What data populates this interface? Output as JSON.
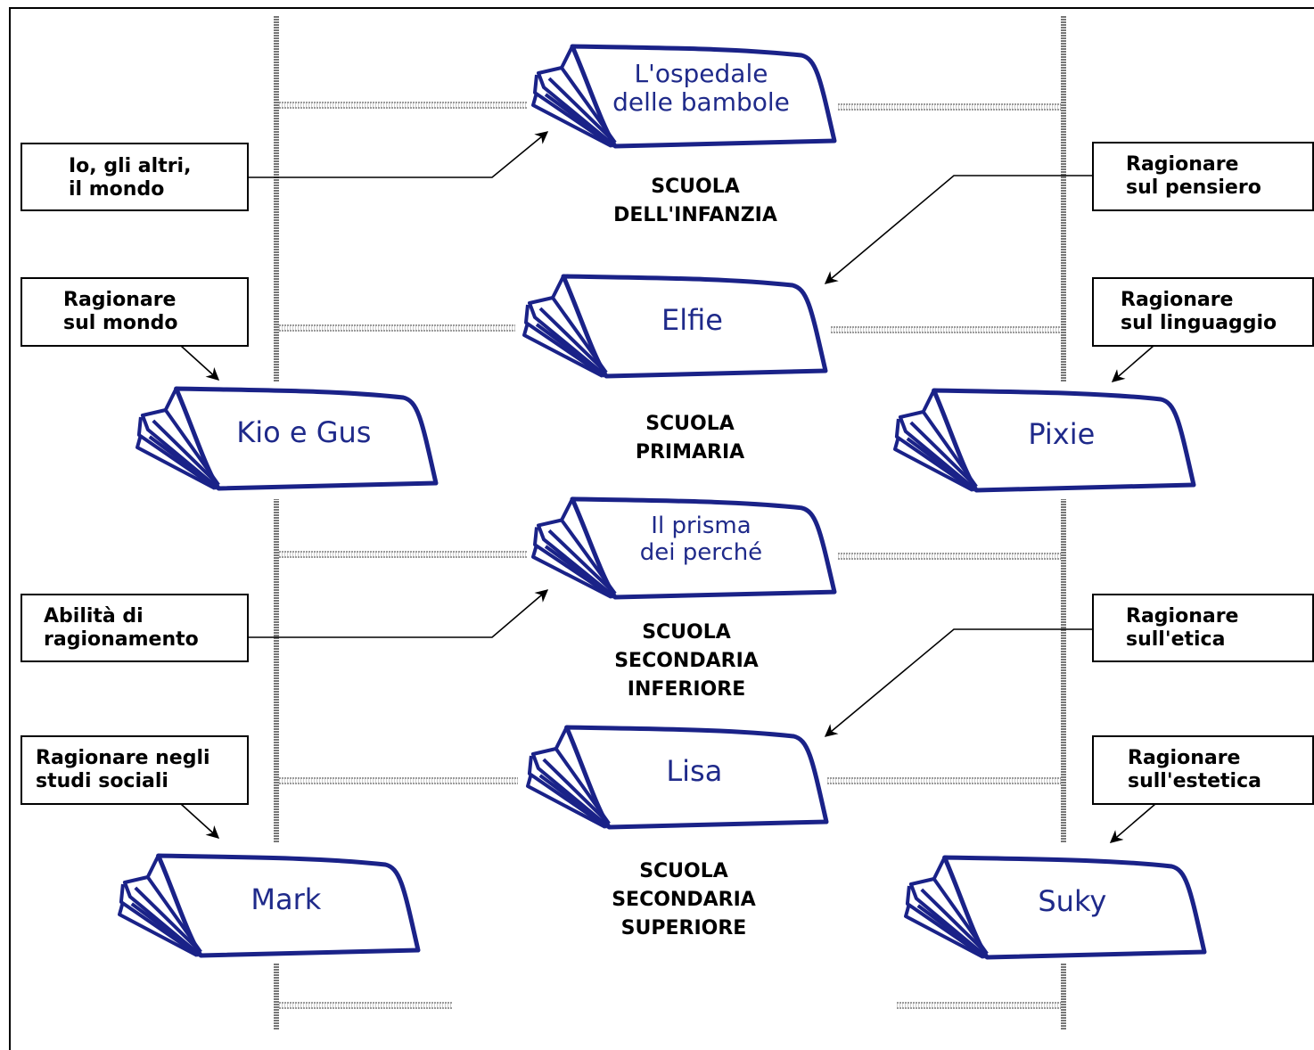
{
  "books": [
    {
      "id": "ospedale",
      "title": "L'ospedale\ndelle bambole"
    },
    {
      "id": "elfie",
      "title": "Elfie"
    },
    {
      "id": "kio",
      "title": "Kio e Gus"
    },
    {
      "id": "pixie",
      "title": "Pixie"
    },
    {
      "id": "prisma",
      "title": "Il prisma\ndei perché"
    },
    {
      "id": "lisa",
      "title": "Lisa"
    },
    {
      "id": "mark",
      "title": "Mark"
    },
    {
      "id": "suky",
      "title": "Suky"
    }
  ],
  "levels": {
    "infanzia": "SCUOLA\nDELL'INFANZIA",
    "primaria": "SCUOLA\nPRIMARIA",
    "sec_inferiore": "SCUOLA\nSECONDARIA\nINFERIORE",
    "sec_superiore": "SCUOLA\nSECONDARIA\nSUPERIORE"
  },
  "manuals": {
    "io_altri": "Io, gli altri,\nil mondo",
    "rag_pensiero": "Ragionare\nsul pensiero",
    "rag_mondo": "Ragionare\nsul mondo",
    "rag_linguaggio": "Ragionare\nsul linguaggio",
    "abilita": "Abilità di\nragionamento",
    "rag_etica": "Ragionare\nsull'etica",
    "rag_studi_sociali": "Ragionare negli\nstudi sociali",
    "rag_estetica": "Ragionare\nsull'estetica"
  },
  "colors": {
    "book_outline": "#1a2288",
    "book_title": "#1f2a8a",
    "text": "#000000"
  }
}
